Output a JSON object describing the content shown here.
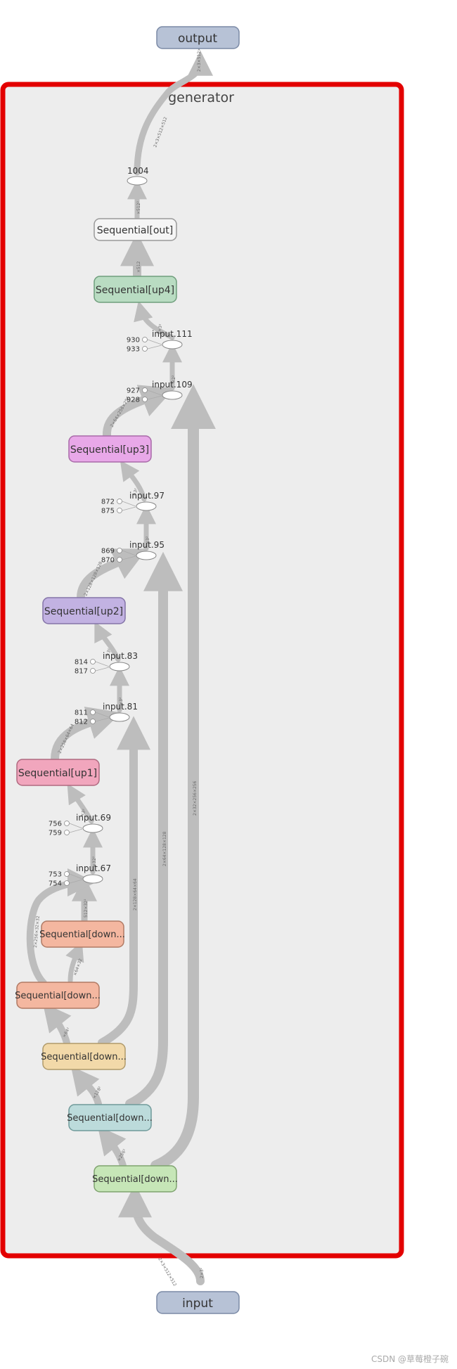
{
  "colors": {
    "edge": "#bdbdbd",
    "group_border": "#e30000",
    "group_fill": "#ededed",
    "io_fill": "#b7c2d6",
    "white_fill": "#f5f5f5",
    "green_fill": "#b9dcc2",
    "pink_fill": "#f1a6bd",
    "violet_fill": "#e8a8e8",
    "purple_fill": "#c2b2e2",
    "orange_fill": "#f4b7a0",
    "yellow_fill": "#f2d9a9",
    "teal_fill": "#bcdbdb",
    "lightgreen_fill": "#c6e6b7"
  },
  "group": {
    "label": "generator"
  },
  "io": {
    "output": "output",
    "input": "input"
  },
  "modules": {
    "out": "Sequential[out]",
    "up4": "Sequential[up4]",
    "up3": "Sequential[up3]",
    "up2": "Sequential[up2]",
    "up1": "Sequential[up1]",
    "down5": "Sequential[down...",
    "down4": "Sequential[down...",
    "down3": "Sequential[down...",
    "down2": "Sequential[down...",
    "down1": "Sequential[down..."
  },
  "ops": {
    "n1004": "1004",
    "input111": "input.111",
    "input109": "input.109",
    "input97": "input.97",
    "input95": "input.95",
    "input83": "input.83",
    "input81": "input.81",
    "input69": "input.69",
    "input67": "input.67"
  },
  "consts": {
    "c930": "930",
    "c933": "933",
    "c927": "927",
    "c928": "928",
    "c872": "872",
    "c875": "875",
    "c869": "869",
    "c870": "870",
    "c814": "814",
    "c817": "817",
    "c811": "811",
    "c812": "812",
    "c756": "756",
    "c759": "759",
    "c753": "753",
    "c754": "754"
  },
  "edges": {
    "e_out": "2×3×512×512",
    "e_top": "2×3×512×512",
    "e_1004": "×512²",
    "e_up4": "×512",
    "e_111": "2×3²",
    "e_109": "×2²",
    "e_up3": "2×64×256×256",
    "e_97": "×3²",
    "e_95": "×3²",
    "e_up2": "2×128×128×128",
    "e_83": "×3²",
    "e_81": "×3²",
    "e_up1": "2×256×64×64",
    "e_69": "×3²",
    "e_67": "×32²",
    "e_d5": "512×32²",
    "e_skip_d4": "2×256×32×32",
    "e_d4": "×64×32",
    "e_d3": "×64²",
    "e_d2": "×128²",
    "e_d1": "×256²",
    "e_skip_d3": "2×128×64×64",
    "e_skip_d2": "2×64×128×128",
    "e_skip_d1": "2×32×256×256",
    "e_in": "2×3×512×512",
    "e_inin": "2×3²"
  },
  "watermark": "CSDN @草莓橙子碗"
}
